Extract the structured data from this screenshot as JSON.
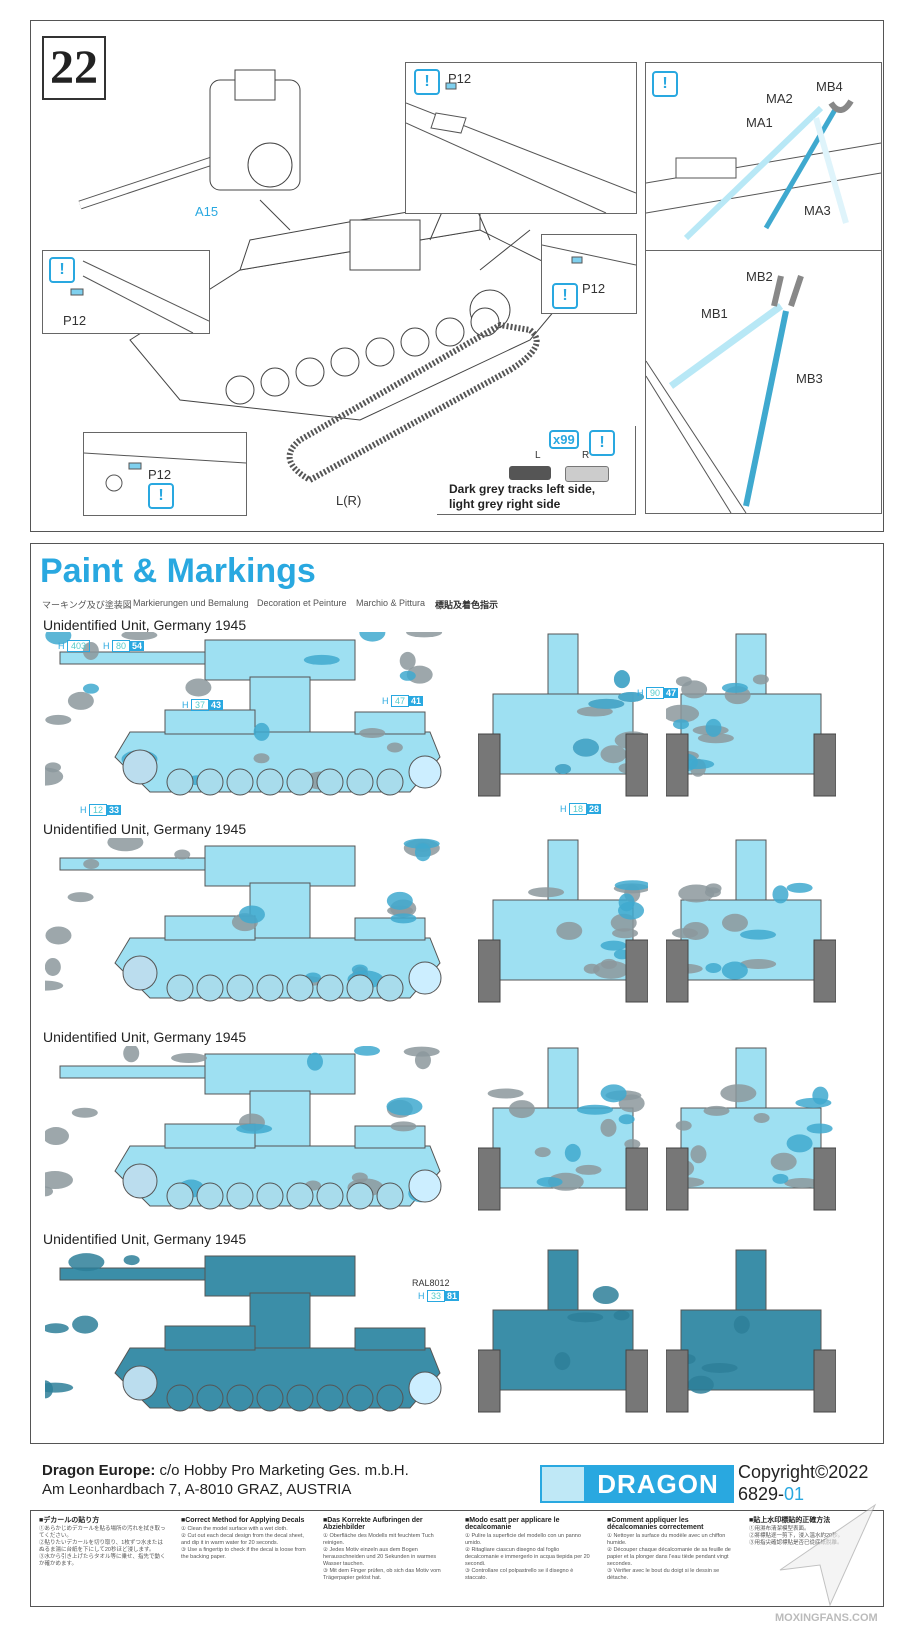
{
  "step": {
    "number": "22"
  },
  "assembly": {
    "parts": {
      "a15": "A15",
      "lr": "L(R)",
      "p12_top": "P12",
      "p12_left": "P12",
      "p12_right": "P12",
      "p12_bottom": "P12"
    },
    "inset_a": {
      "ma2": "MA2",
      "mb4": "MB4",
      "ma1": "MA1",
      "ma3": "MA3"
    },
    "inset_b": {
      "mb2": "MB2",
      "mb1": "MB1",
      "mb3": "MB3"
    },
    "tracks": {
      "count": "x99",
      "left": "L",
      "right": "R",
      "note_line1": "Dark grey tracks left side,",
      "note_line2": "light grey right side"
    }
  },
  "paint": {
    "title": "Paint & Markings",
    "subtitles": [
      "マーキング及び塗装図",
      "Markierungen und Bemalung",
      "Decoration et Peinture",
      "Marchio & Pittura",
      "標貼及着色指示"
    ],
    "variants": [
      {
        "unit": "Unidentified Unit, Germany 1945"
      },
      {
        "unit": "Unidentified Unit, Germany 1945"
      },
      {
        "unit": "Unidentified Unit, Germany 1945"
      },
      {
        "unit": "Unidentified Unit, Germany 1945"
      }
    ],
    "callouts": {
      "c403": {
        "h": "H",
        "a": "403"
      },
      "c80": {
        "h": "H",
        "a": "80",
        "b": "54"
      },
      "c37": {
        "h": "H",
        "a": "37",
        "b": "43"
      },
      "c47": {
        "h": "H",
        "a": "47",
        "b": "41"
      },
      "c12": {
        "h": "H",
        "a": "12",
        "b": "33"
      },
      "c90": {
        "h": "H",
        "a": "90",
        "b": "47"
      },
      "c18": {
        "h": "H",
        "a": "18",
        "b": "28"
      },
      "c33": {
        "h": "H",
        "a": "33",
        "b": "81",
        "ral": "RAL8012"
      }
    },
    "colors": {
      "light_blue": "#9ee0f2",
      "mid_blue": "#3fa9cf",
      "grey": "#8c989c",
      "dark_teal": "#3b8ea8"
    }
  },
  "footer": {
    "dist_label": "Dragon Europe:",
    "dist_line1": " c/o Hobby Pro Marketing Ges. m.b.H.",
    "dist_line2": "Am Leonhardbach 7, A-8010 GRAZ, AUSTRIA",
    "brand": "DRAGON",
    "copyright": "Copyright©2022",
    "code_main": "6829-",
    "code_suffix": "01"
  },
  "decals": {
    "columns": [
      {
        "title": "■デカールの貼り方",
        "lines": [
          "①あらかじめデカールを貼る場所の汚れを拭き取ってください。",
          "②貼りたいデカールを切り取り、1枚ずつ水またはぬるま湯に台紙を下にして20秒ほど浸します。",
          "③水から引き上げたらタオル等に乗せ、指先で動くか確かめます。"
        ]
      },
      {
        "title": "■Correct Method for Applying Decals",
        "lines": [
          "① Clean the model surface with a wet cloth.",
          "② Cut out each decal design from the decal sheet, and dip it in warm water for 20 seconds.",
          "③ Use a fingertip to check if the decal is loose from the backing paper."
        ]
      },
      {
        "title": "■Das Korrekte Aufbringen der Abziehbilder",
        "lines": [
          "① Oberfläche des Modells mit feuchtem Tuch reinigen.",
          "② Jedes Motiv einzeln aus dem Bogen herausschneiden und 20 Sekunden in warmes Wasser tauchen.",
          "③ Mit dem Finger prüfen, ob sich das Motiv vom Trägerpapier gelöst hat."
        ]
      },
      {
        "title": "■Modo esatt per applicare le decalcomanie",
        "lines": [
          "① Pulire la superficie del modello con un panno umido.",
          "② Ritagliare ciascun disegno dal foglio decalcomanie e immergerlo in acqua tiepida per 20 secondi.",
          "③ Controllare col polpastrello se il disegno è staccato."
        ]
      },
      {
        "title": "■Comment appliquer les décalcomanies correctement",
        "lines": [
          "① Nettoyer la surface du modèle avec un chiffon humide.",
          "② Découper chaque décalcomanie de sa feuille de papier et la plonger dans l'eau tiède pendant vingt secondes.",
          "③ Vérifier avec le bout du doigt si le dessin se détache."
        ]
      },
      {
        "title": "■貼上水印標貼的正確方法",
        "lines": [
          "①用濕布清潔模型表面。",
          "②將標貼逐一剪下，浸入溫水約20秒。",
          "③用指尖確認標貼是否已從底紙脫離。"
        ]
      }
    ]
  },
  "watermark": "MOXINGFANS.COM"
}
